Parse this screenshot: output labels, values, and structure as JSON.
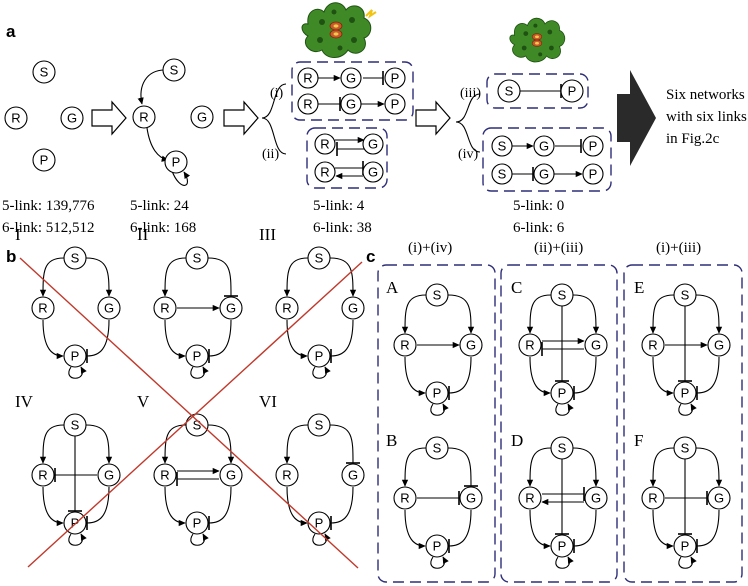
{
  "panel_a": {
    "letter": "a",
    "nodes": {
      "S": "S",
      "R": "R",
      "G": "G",
      "P": "P"
    },
    "counts": {
      "stage0": [
        "5-link: 139,776",
        "6-link: 512,512"
      ],
      "stage1": [
        "5-link: 24",
        "6-link: 168"
      ],
      "stage2": [
        "5-link: 4",
        "6-link: 38"
      ],
      "stage3": [
        "5-link: 0",
        "6-link: 6"
      ]
    },
    "branch_labels": {
      "i": "(i)",
      "ii": "(ii)",
      "iii": "(iii)",
      "iv": "(iv)"
    },
    "final_text": [
      "Six networks",
      "with six links",
      "in Fig.2c"
    ]
  },
  "panel_b": {
    "letter": "b",
    "labels": [
      "I",
      "II",
      "III",
      "IV",
      "V",
      "VI"
    ]
  },
  "panel_c": {
    "letter": "c",
    "headers": [
      "(i)+(iv)",
      "(ii)+(iii)",
      "(i)+(iii)"
    ],
    "labels": [
      "A",
      "B",
      "C",
      "D",
      "E",
      "F"
    ]
  },
  "colors": {
    "cell_green": "#3f8a26",
    "cross_red": "#c0392b",
    "dash_blue": "#2e2e7a"
  }
}
